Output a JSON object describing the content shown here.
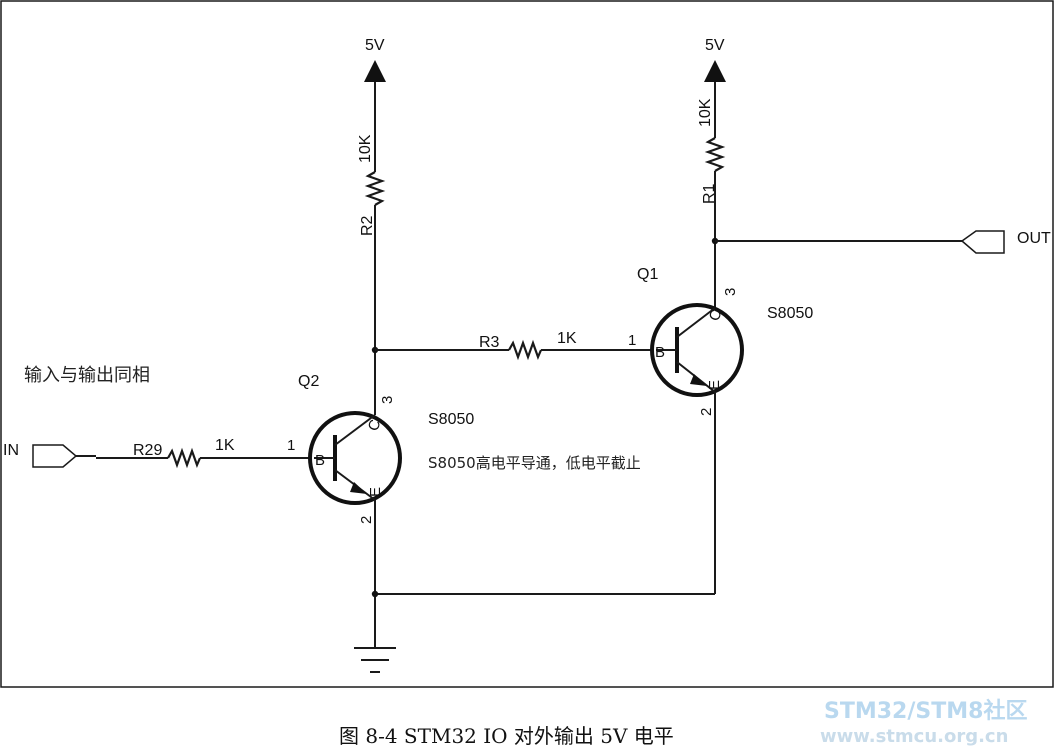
{
  "supply": {
    "left": "5V",
    "right": "5V"
  },
  "resistors": {
    "r2": {
      "ref": "R2",
      "value": "10K"
    },
    "r1": {
      "ref": "R1",
      "value": "10K"
    },
    "r3": {
      "ref": "R3",
      "value": "1K"
    },
    "r29": {
      "ref": "R29",
      "value": "1K"
    }
  },
  "transistors": {
    "q2": {
      "ref": "Q2",
      "part": "S8050",
      "b": "B",
      "c": "C",
      "e": "E",
      "pin1": "1",
      "pin2": "2",
      "pin3": "3"
    },
    "q1": {
      "ref": "Q1",
      "part": "S8050",
      "b": "B",
      "c": "C",
      "e": "E",
      "pin1": "1",
      "pin2": "2",
      "pin3": "3"
    }
  },
  "ports": {
    "in": "IN",
    "out": "OUT"
  },
  "notes": {
    "phase": "输入与输出同相",
    "behavior": "S8050高电平导通，低电平截止"
  },
  "caption": "图 8-4 STM32 IO 对外输出 5V 电平",
  "watermark": {
    "line1": "STM32/STM8社区",
    "line2": "www.stmcu.org.cn"
  }
}
